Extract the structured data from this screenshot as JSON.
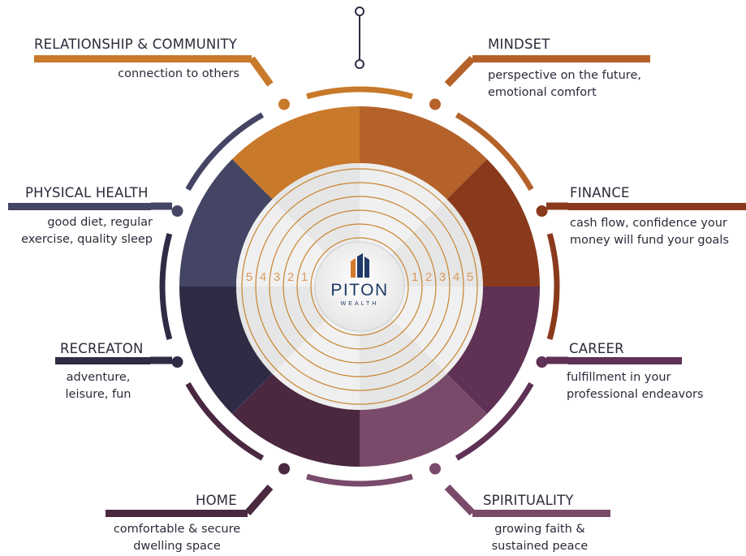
{
  "brand": {
    "name": "PITON",
    "sub": "WEALTH"
  },
  "scale_labels": [
    "1",
    "2",
    "3",
    "4",
    "5"
  ],
  "colors": {
    "relationship": "#c8792a",
    "mindset": "#b5622a",
    "finance": "#8a3a1c",
    "career": "#5e3155",
    "spirituality": "#7a4a6a",
    "home": "#4a2840",
    "recreation": "#2e2c45",
    "physical": "#444464",
    "ring": "#c8852f",
    "rim_top": "#8a3a1c",
    "rim_bottom": "#2e2c45",
    "text": "#2b2b3a"
  },
  "categories": [
    {
      "id": "relationship",
      "title": "RELATIONSHIP & COMMUNITY",
      "desc": [
        "connection to others"
      ]
    },
    {
      "id": "mindset",
      "title": "MINDSET",
      "desc": [
        "perspective on the future,",
        "emotional comfort"
      ]
    },
    {
      "id": "finance",
      "title": "FINANCE",
      "desc": [
        "cash flow, confidence your",
        "money will fund your goals"
      ]
    },
    {
      "id": "career",
      "title": "CAREER",
      "desc": [
        "fulfillment in your",
        "professional endeavors"
      ]
    },
    {
      "id": "spirituality",
      "title": "SPIRITUALITY",
      "desc": [
        "growing faith &",
        "sustained peace"
      ]
    },
    {
      "id": "home",
      "title": "HOME",
      "desc": [
        "comfortable & secure",
        "dwelling space"
      ]
    },
    {
      "id": "recreation",
      "title": "RECREATON",
      "desc": [
        "adventure,",
        "leisure, fun"
      ]
    },
    {
      "id": "physical",
      "title": "PHYSICAL HEALTH",
      "desc": [
        "good diet, regular",
        "exercise, quality sleep"
      ]
    }
  ]
}
